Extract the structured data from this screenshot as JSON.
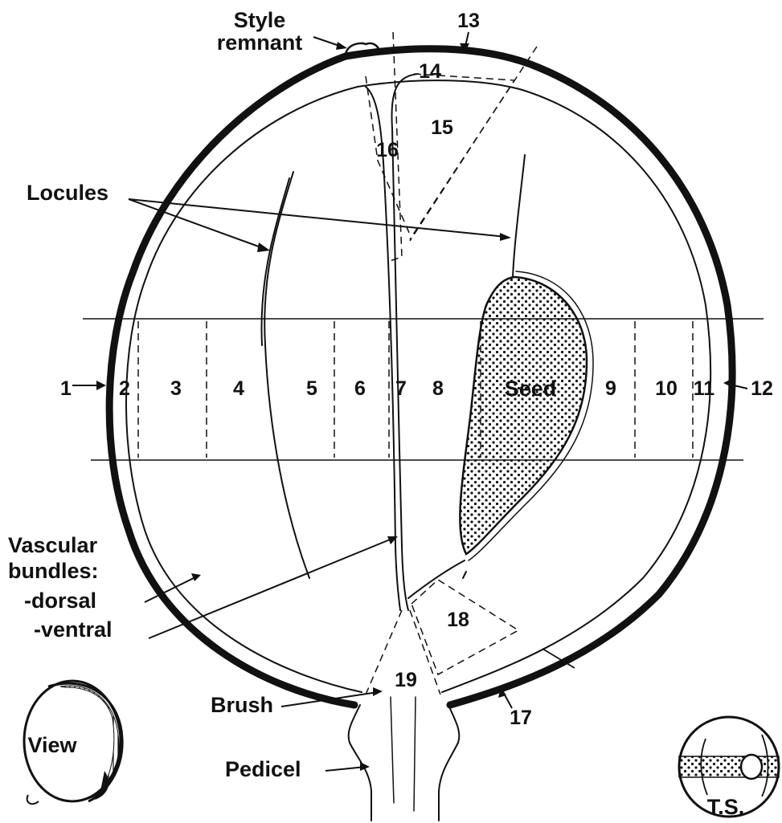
{
  "labels": {
    "style_remnant_1": "Style",
    "style_remnant_2": "remnant",
    "locules": "Locules",
    "vascular_1": "Vascular",
    "vascular_2": "bundles:",
    "dorsal": "-dorsal",
    "ventral": "-ventral",
    "brush": "Brush",
    "pedicel": "Pedicel",
    "view": "View",
    "ts": "T.S.",
    "seed": "Seed"
  },
  "zones": [
    "1",
    "2",
    "3",
    "4",
    "5",
    "6",
    "7",
    "8",
    "9",
    "10",
    "11",
    "12"
  ],
  "regions": [
    "13",
    "14",
    "15",
    "16",
    "17",
    "18",
    "19"
  ]
}
